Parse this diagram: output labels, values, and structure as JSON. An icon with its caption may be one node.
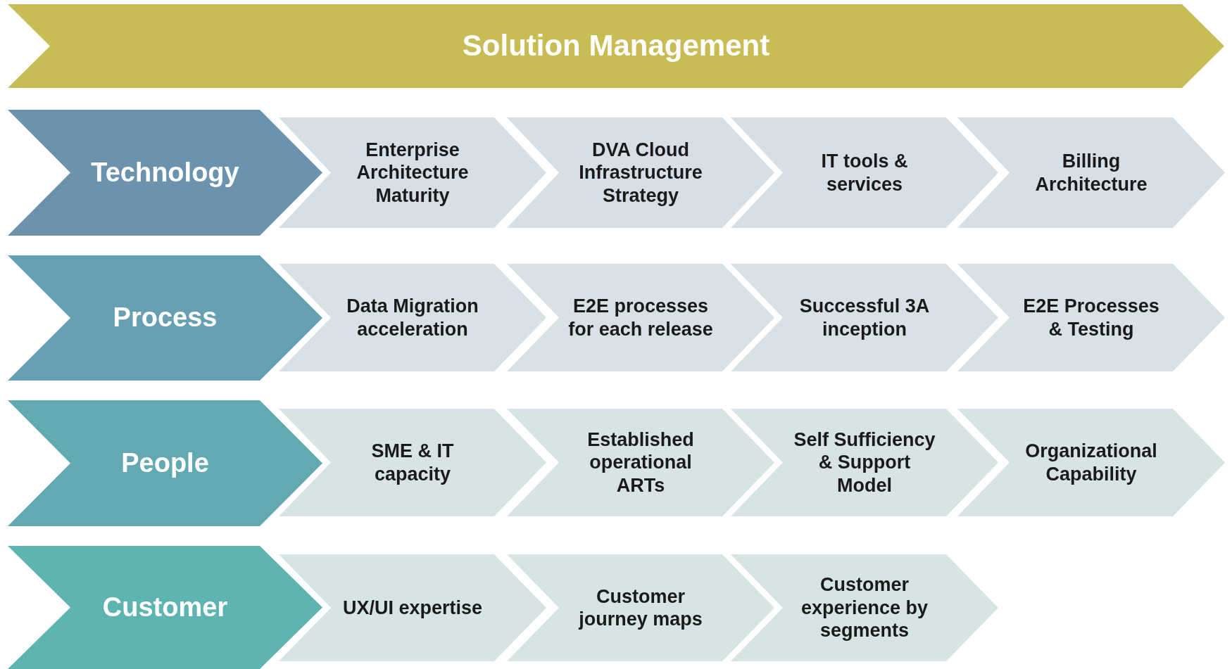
{
  "diagram": {
    "nodes": [
      {
        "text": [
          "Solution Management"
        ]
      },
      {
        "text": [
          "Technology"
        ]
      },
      {
        "text": [
          "Enterprise Architecture Maturity"
        ]
      },
      {
        "text": [
          "DVA Cloud Infrastructure Strategy"
        ]
      },
      {
        "text": [
          "IT tools & services"
        ]
      },
      {
        "text": [
          "Billing Architecture"
        ]
      },
      {
        "text": [
          "Process"
        ]
      },
      {
        "text": [
          "Data Migration acceleration"
        ]
      },
      {
        "text": [
          "E2E processes for each release"
        ]
      },
      {
        "text": [
          "Successful 3A inception"
        ]
      },
      {
        "text": [
          "E2E Processes & Testing"
        ]
      },
      {
        "text": [
          "People"
        ]
      },
      {
        "text": [
          "SME & IT capacity"
        ]
      },
      {
        "text": [
          "Established operational ARTs"
        ]
      },
      {
        "text": [
          "Self Sufficiency & Support Model"
        ]
      },
      {
        "text": [
          "Organizational Capability"
        ]
      },
      {
        "text": [
          "Customer"
        ]
      },
      {
        "text": [
          "UX/UI expertise"
        ]
      },
      {
        "text": [
          "Customer journey maps"
        ]
      },
      {
        "text": [
          "Customer experience by segments"
        ]
      }
    ]
  }
}
